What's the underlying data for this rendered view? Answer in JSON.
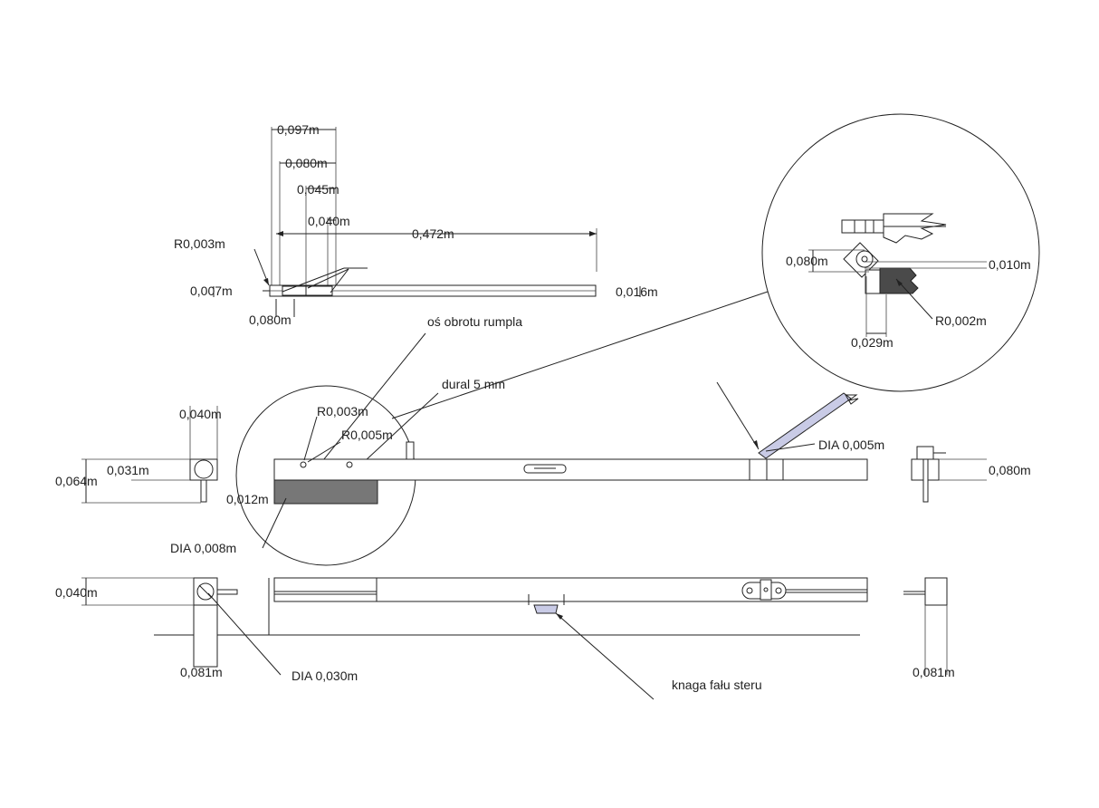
{
  "dims_top": {
    "d1": "0,097m",
    "d2": "0,080m",
    "d3": "0,045m",
    "d4": "0,040m",
    "d5": "0,472m",
    "r1": "R0,003m",
    "d6": "0,007m",
    "d7": "0,016m",
    "d8": "0,080m"
  },
  "detail_circle": {
    "d1": "0,080m",
    "d2": "0,010m",
    "r": "R0,002m",
    "d3": "0,029m"
  },
  "labels": {
    "axis": "oś obrotu rumpla",
    "dural": "dural 5 mm",
    "cleat": "knaga fału steru"
  },
  "mid": {
    "d_top": "0,040m",
    "d_height": "0,064m",
    "d_inner": "0,031m",
    "r1": "R0,003m",
    "r2": "R0,005m",
    "d_small": "0,012m",
    "dia1": "DIA 0,008m",
    "dia_right": "DIA 0,005m",
    "d_right": "0,080m"
  },
  "bottom": {
    "d_left": "0,040m",
    "dia": "DIA 0,030m",
    "d_b1": "0,081m",
    "d_b2": "0,081m"
  }
}
